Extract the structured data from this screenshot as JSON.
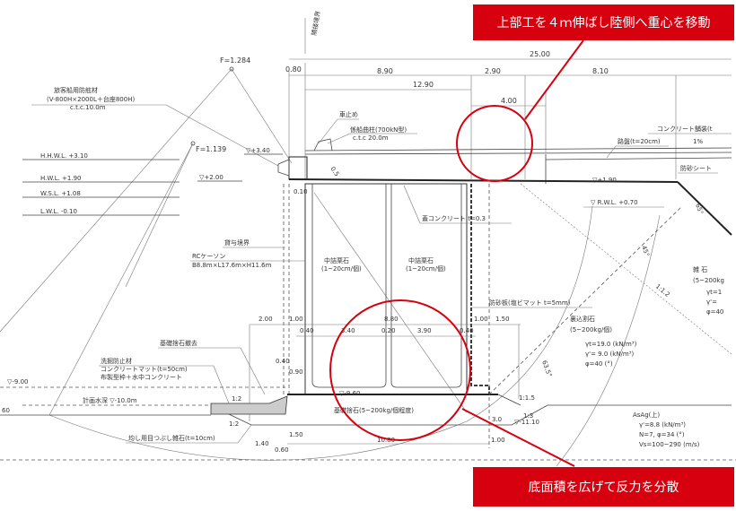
{
  "callouts": {
    "top": "上部工を４ｍ伸ばし陸側へ重心を移動",
    "bottom": "底面積を広げて反力を分散",
    "color": "#d7000f"
  },
  "dimensions": {
    "d2500": "25.00",
    "d080": "0.80",
    "d890": "8.90",
    "d290": "2.90",
    "d810": "8.10",
    "d1290": "12.90",
    "d400": "4.00",
    "d010": "0.10",
    "d200": "2.00",
    "d100a": "1.00",
    "d040a": "0.40",
    "d340": "3.40",
    "d880": "8.80",
    "d020": "0.20",
    "d390": "3.90",
    "d040b": "0.40",
    "d100b": "1.00",
    "d150a": "1.50",
    "d040c": "0.40",
    "d090": "0.90",
    "d150b": "1.50",
    "d140": "1.40",
    "d060": "0.60",
    "d1080": "10.80",
    "d100c": "1.00",
    "d05": "0.5"
  },
  "levels": {
    "hhwl": "H.H.W.L. +3.10",
    "hwl": "H.W.L. +1.90",
    "wsl": "W.S.L. +1.08",
    "lwl": "L.W.L. -0.10",
    "crown": "▽+3.40",
    "p200": "▽+2.00",
    "m900": "▽-9.00",
    "plan_depth": "計画水深 ▽-10.0m",
    "m960": "▽-9.60",
    "m1110": "▽-11.10",
    "p190": "▽+1.90",
    "rwl": "▽ R.W.L. +0.70",
    "m060": "60"
  },
  "safety": {
    "f1": "F=1.284",
    "f2": "F=1.139"
  },
  "labels": {
    "fender1": "旅客船用防舷材",
    "fender2": "(V-800H×2000L＋台座800H)",
    "fender3": "c.t.c.10.0m",
    "wheel_stop": "車止め",
    "bollard1": "係船曲柱(700kN型)",
    "bollard2": "c.t.c 20.0m",
    "boundary_top": "隣接境界",
    "pavement": "コンクリート舗装(t",
    "roadbed": "路盤(t=20cm)",
    "slope_pct": "1%",
    "sand_sheet": "防砂シート",
    "lid_concrete": "蓋コンクリート t=0.3",
    "lease_boundary": "貸与境界",
    "caisson1": "RCケーソン",
    "caisson2": "B8.8m×L17.6m×H11.6m",
    "fill_a1": "中詰栗石",
    "fill_a2": "(1~20cm/個)",
    "fill_b1": "中詰栗石",
    "fill_b2": "(1~20cm/個)",
    "sand_board": "防砂板(塩ビマット t=5mm)",
    "rubble_remove": "基礎捨石撤去",
    "scour1": "洗掘防止材",
    "scour2": "コンクリートマット(t=50cm)",
    "scour3": "布製型枠＋水中コンクリート",
    "leveling": "均し用目つぶし雑石(t=10cm)",
    "base_rubble": "基礎捨石(5~200kg/個程度)",
    "backfill1": "裏込割石",
    "backfill2": "(5~200kg/個)",
    "bf_gt": "γt=19.0 (kN/m³)",
    "bf_g": "γ'= 9.0 (kN/m³)",
    "bf_phi": "φ=40 (°)",
    "rock1": "雑 石",
    "rock2": "(5~200kg",
    "rock_gt": "γt=1",
    "rock_g": "γ'=",
    "rock_phi": "φ=40",
    "soil1": "AsAg(上)",
    "soil_g": "γ'=8.8 (kN/m³)",
    "soil_n": "N=7, φ=34 (°)",
    "soil_vs": "Vs=100~290 (m/s)",
    "angle1": "45°",
    "angle2": "63.5°",
    "angle3": "65°",
    "slope_112": "1:1.2",
    "slope_12a": "1:2",
    "slope_12b": "1:2",
    "slope_115": "1:1.5",
    "slope_13": "1:3",
    "h30": "3.0"
  }
}
